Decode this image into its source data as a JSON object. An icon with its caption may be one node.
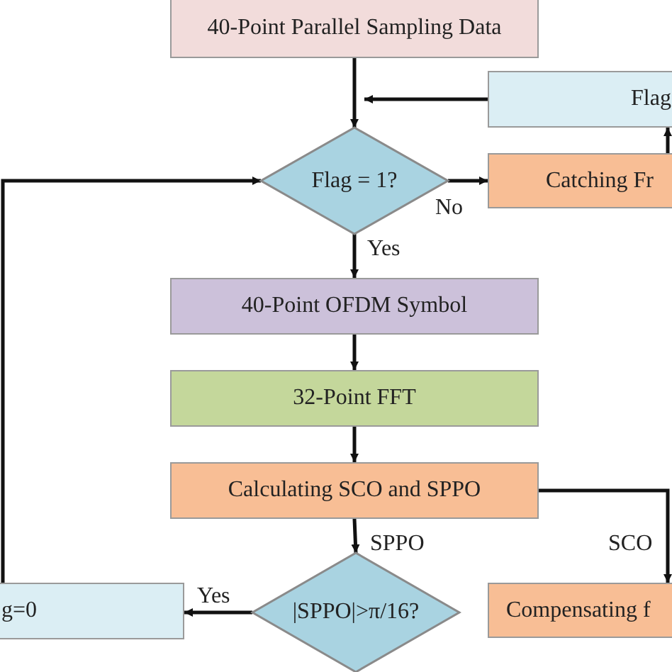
{
  "diagram": {
    "nodes": [
      {
        "text": [
          "40-Point Parallel Sampling Data"
        ]
      },
      {
        "text": [
          "Flag"
        ]
      },
      {
        "text": [
          "Flag = 1?"
        ]
      },
      {
        "text": [
          "Catching Fr"
        ]
      },
      {
        "text": [
          "40-Point OFDM Symbol"
        ]
      },
      {
        "text": [
          "32-Point FFT"
        ]
      },
      {
        "text": [
          "Calculating SCO and SPPO"
        ]
      },
      {
        "text": [
          "|SPPO|>π/16?"
        ]
      },
      {
        "text": [
          "g=0"
        ]
      },
      {
        "text": [
          "Compensating f"
        ]
      }
    ],
    "edges": [
      {
        "from": 0,
        "to": 2,
        "arrow": "to"
      },
      {
        "from": 1,
        "to": 2,
        "arrow": "to"
      },
      {
        "from": 2,
        "to": 3,
        "arrow": "to",
        "label": "No"
      },
      {
        "from": 3,
        "to": 1,
        "arrow": "to"
      },
      {
        "from": 2,
        "to": 4,
        "arrow": "to",
        "label": "Yes"
      },
      {
        "from": 4,
        "to": 5,
        "arrow": "to"
      },
      {
        "from": 5,
        "to": 6,
        "arrow": "to"
      },
      {
        "from": 6,
        "to": 7,
        "arrow": "to",
        "label": "SPPO"
      },
      {
        "from": 6,
        "to": 9,
        "arrow": "to",
        "label": "SCO"
      },
      {
        "from": 7,
        "to": 8,
        "arrow": "to",
        "label": "Yes"
      },
      {
        "from": 8,
        "to": 2,
        "arrow": "to"
      }
    ]
  }
}
